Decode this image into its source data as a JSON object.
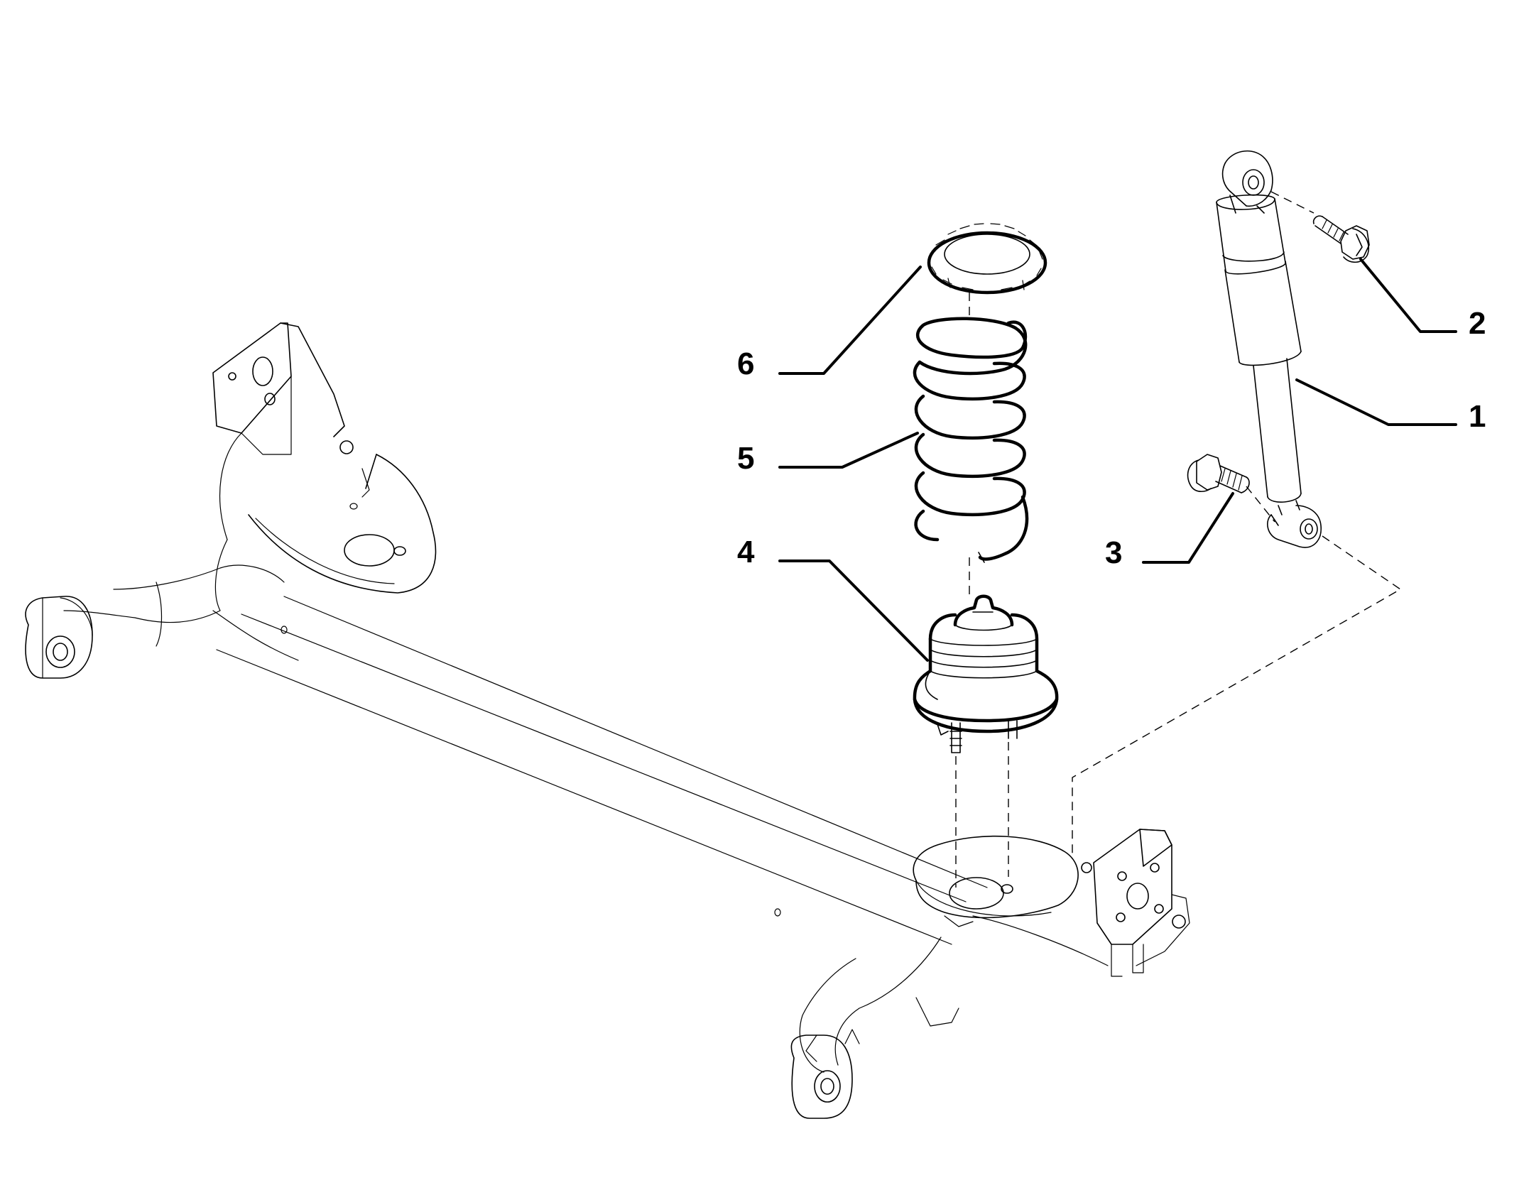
{
  "parts": [
    {
      "id": "callout-1",
      "number": "1"
    },
    {
      "id": "callout-2",
      "number": "2"
    },
    {
      "id": "callout-3",
      "number": "3"
    },
    {
      "id": "callout-4",
      "number": "4"
    },
    {
      "id": "callout-5",
      "number": "5"
    },
    {
      "id": "callout-6",
      "number": "6"
    }
  ]
}
